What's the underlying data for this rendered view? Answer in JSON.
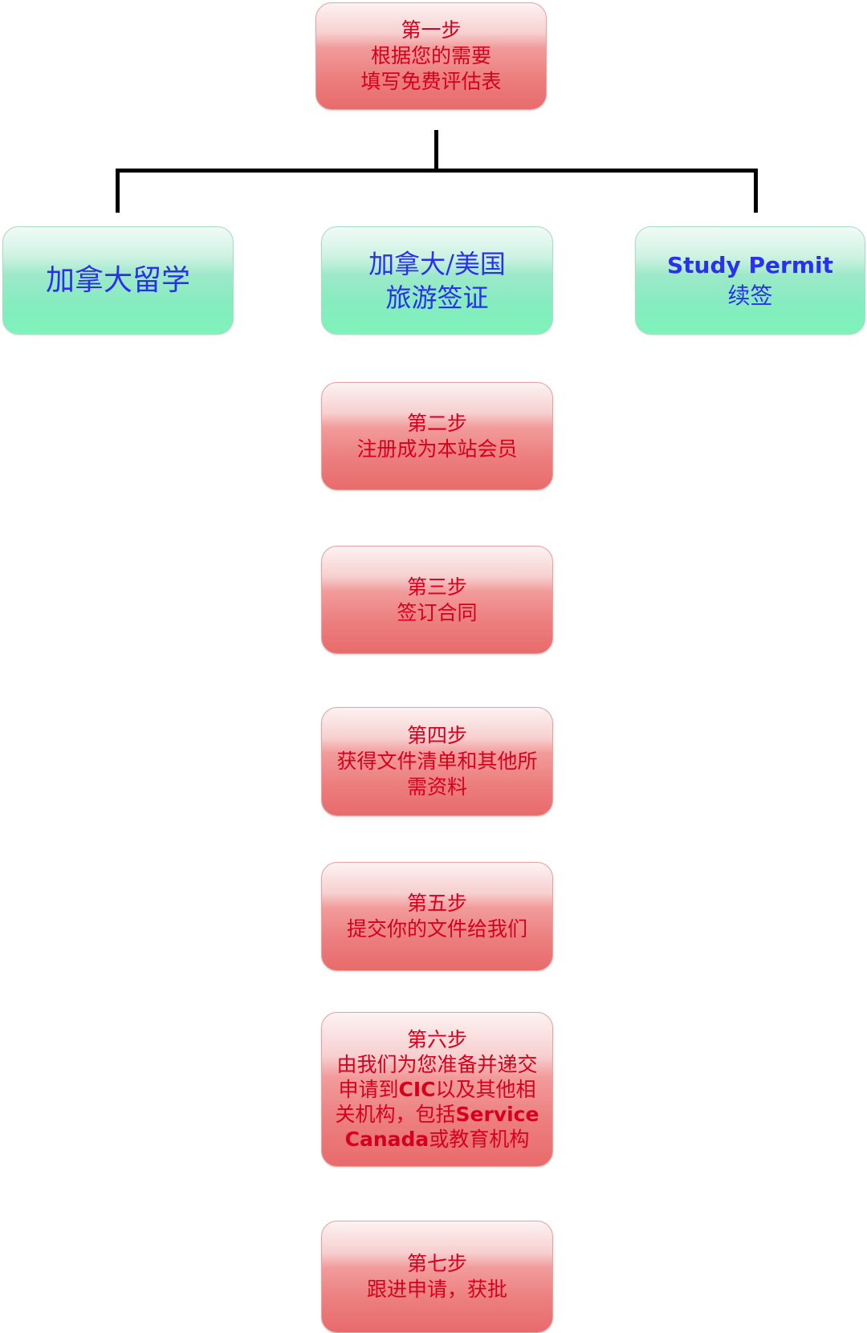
{
  "step1": {
    "title": "第一步",
    "line1": "根据您的需要",
    "line2": "填写免费评估表"
  },
  "branches": {
    "study": {
      "label": "加拿大留学"
    },
    "visa": {
      "line1": "加拿大/美国",
      "line2": "旅游签证"
    },
    "permit": {
      "line1": "Study Permit",
      "line2": "续签"
    }
  },
  "step2": {
    "title": "第二步",
    "line1": "注册成为本站会员"
  },
  "step3": {
    "title": "第三步",
    "line1": "签订合同"
  },
  "step4": {
    "title": "第四步",
    "line1": "获得文件清单和其他所",
    "line2": "需资料"
  },
  "step5": {
    "title": "第五步",
    "line1": "提交你的文件给我们"
  },
  "step6": {
    "title": "第六步",
    "line1": "由我们为您准备并递交",
    "line2_a": "申请到",
    "line2_b": "CIC",
    "line2_c": "以及其他相",
    "line3_a": "关机构，包括",
    "line3_b": "Service",
    "line4_a": "Canada",
    "line4_b": "或教育机构"
  },
  "step7": {
    "title": "第七步",
    "line1": "跟进申请，获批"
  },
  "colors": {
    "step_text": "#d6001c",
    "branch_text": "#2a2ff0",
    "connector": "#000000"
  }
}
